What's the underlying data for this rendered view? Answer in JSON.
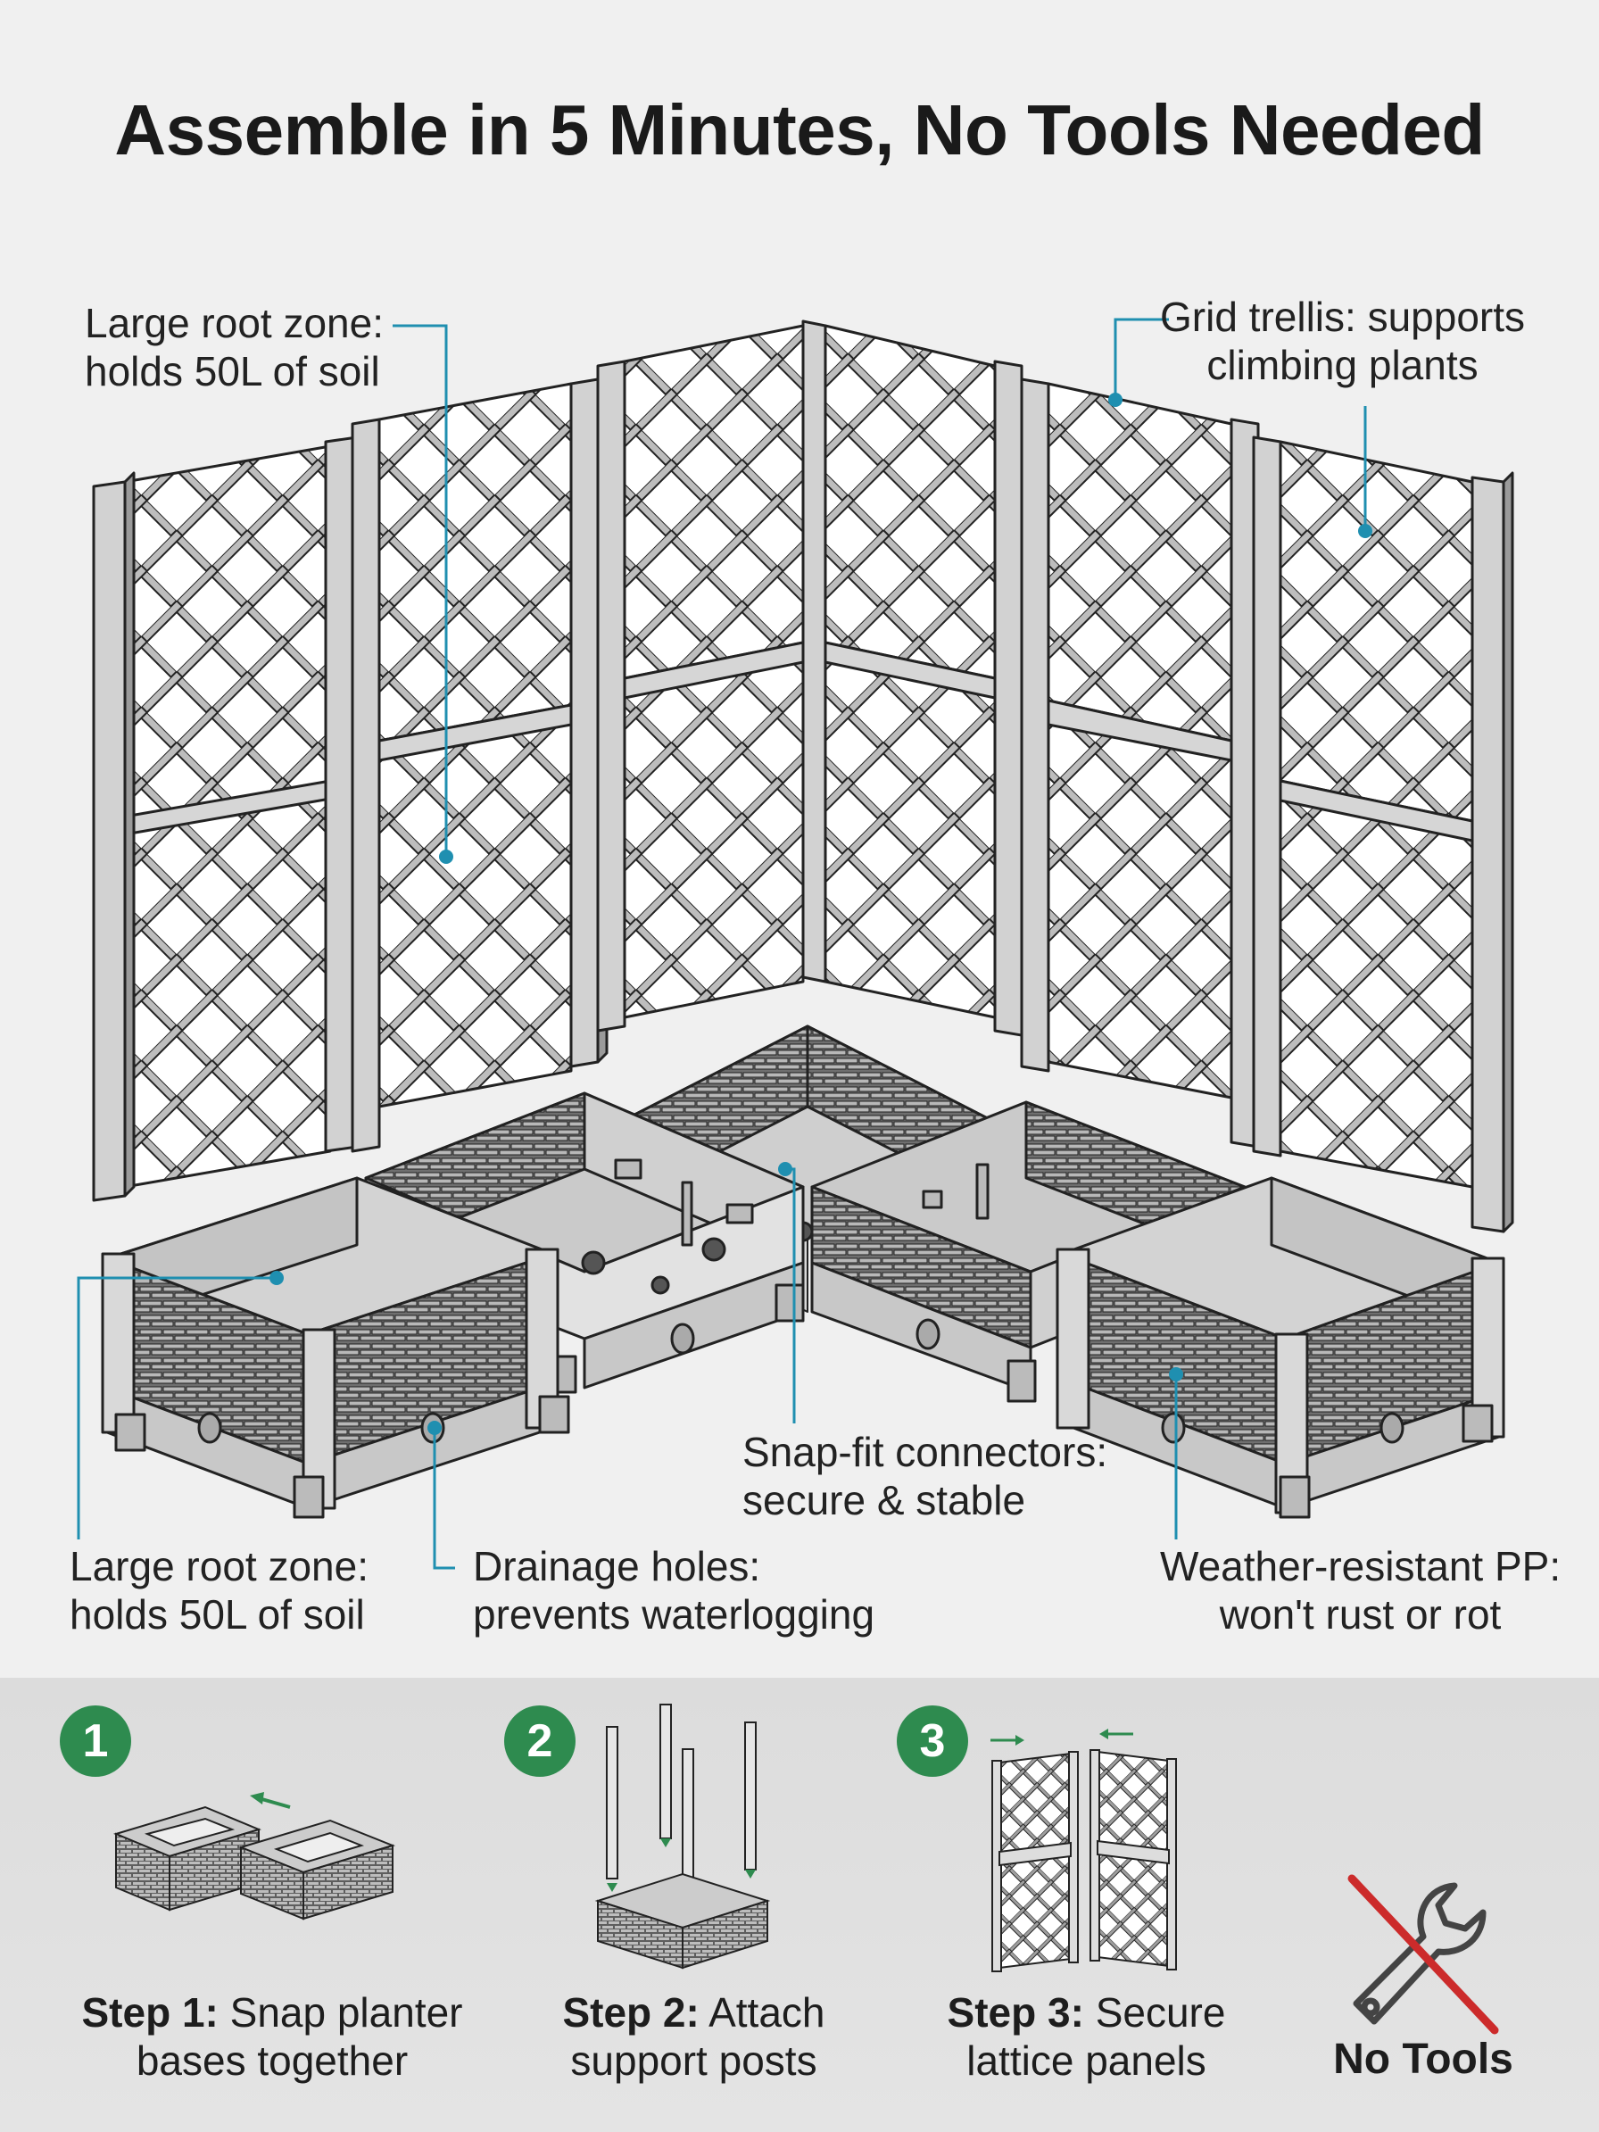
{
  "title": "Assemble in 5 Minutes, No Tools Needed",
  "colors": {
    "accent": "#1f8fb0",
    "step_badge": "#2e8b4f",
    "no_tools_slash": "#cc2b2b"
  },
  "callouts": {
    "root_zone_top": {
      "line1": "Large root zone:",
      "line2": "holds 50L of soil"
    },
    "trellis": {
      "line1": "Grid trellis: supports",
      "line2": "climbing plants"
    },
    "root_zone_bottom": {
      "line1": "Large root zone:",
      "line2": "holds 50L of soil"
    },
    "drainage": {
      "line1": "Drainage holes:",
      "line2": "prevents waterlogging"
    },
    "snapfit": {
      "line1": "Snap-fit connectors:",
      "line2": "secure & stable"
    },
    "weather": {
      "line1": "Weather-resistant PP:",
      "line2": "won't rust or rot"
    }
  },
  "steps": [
    {
      "number": "1",
      "label_bold": "Step 1:",
      "label_rest": "Snap planter",
      "label_line2": "bases together",
      "icon": "planter-bases-icon"
    },
    {
      "number": "2",
      "label_bold": "Step 2:",
      "label_rest": "Attach",
      "label_line2": "support posts",
      "icon": "support-posts-icon"
    },
    {
      "number": "3",
      "label_bold": "Step 3:",
      "label_rest": "Secure",
      "label_line2": "lattice panels",
      "icon": "lattice-panels-icon"
    }
  ],
  "no_tools": {
    "label": "No Tools",
    "icon": "no-wrench-icon"
  }
}
